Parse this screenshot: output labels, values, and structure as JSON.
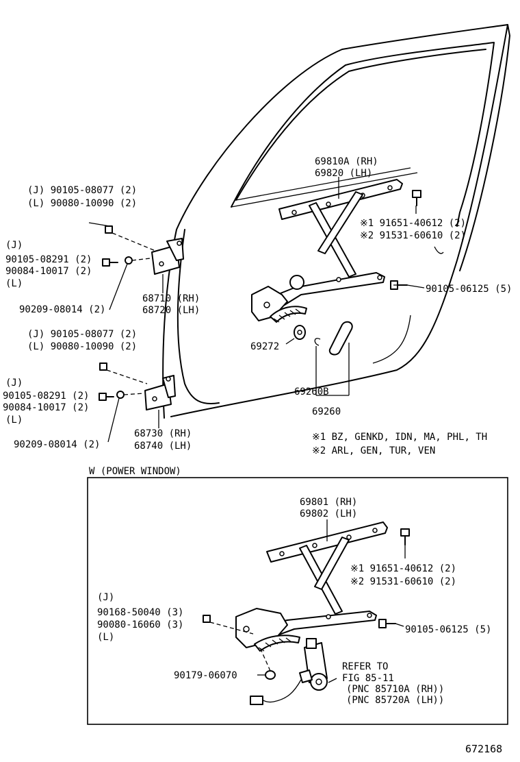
{
  "colors": {
    "ink": "#000000",
    "paper": "#ffffff"
  },
  "manual": {
    "top": {
      "regulator_rh": "69810A (RH)",
      "regulator_lh": "69820  (LH)",
      "bolt_a1": "※1 91651-40612 (2)",
      "bolt_a2": "※2 91531-60610 (2)",
      "bolt_right": "90105-06125 (5)",
      "upper_hinge_bolt_j": "(J) 90105-08077 (2)",
      "upper_hinge_bolt_l": "(L) 90080-10090 (2)",
      "j1": "(J)",
      "upper_screw_a": "90105-08291 (2)",
      "upper_screw_b": "90084-10017 (2)",
      "l1": "(L)",
      "upper_washer": "90209-08014 (2)",
      "upper_hinge_rh": "68710 (RH)",
      "upper_hinge_lh": "68720 (LH)",
      "lower_hinge_bolt_j": "(J) 90105-08077 (2)",
      "lower_hinge_bolt_l": "(L) 90080-10090 (2)",
      "j2": "(J)",
      "lower_screw_a": "90105-08291 (2)",
      "lower_screw_b": "90084-10017 (2)",
      "l2": "(L)",
      "lower_washer": "90209-08014 (2)",
      "lower_hinge_rh": "68730 (RH)",
      "lower_hinge_lh": "68740 (LH)",
      "spacer": "69272",
      "handle_sub": "69260B",
      "handle": "69260",
      "note1": "※1 BZ, GENKD, IDN, MA, PHL, TH",
      "note2": "※2 ARL, GEN, TUR, VEN"
    },
    "power_window": {
      "title": "W (POWER WINDOW)",
      "regulator_rh": "69801 (RH)",
      "regulator_lh": "69802 (LH)",
      "bolt_a1": "※1 91651-40612 (2)",
      "bolt_a2": "※2 91531-60610 (2)",
      "bolt_right": "90105-06125 (5)",
      "j": "(J)",
      "screw_a": "90168-50040 (3)",
      "screw_b": "90080-16060 (3)",
      "l": "(L)",
      "nut": "90179-06070",
      "refer1": "REFER TO",
      "refer2": "FIG 85-11",
      "refer3": "(PNC 85710A (RH))",
      "refer4": "(PNC 85720A (LH))"
    },
    "figure_number": "672168"
  }
}
